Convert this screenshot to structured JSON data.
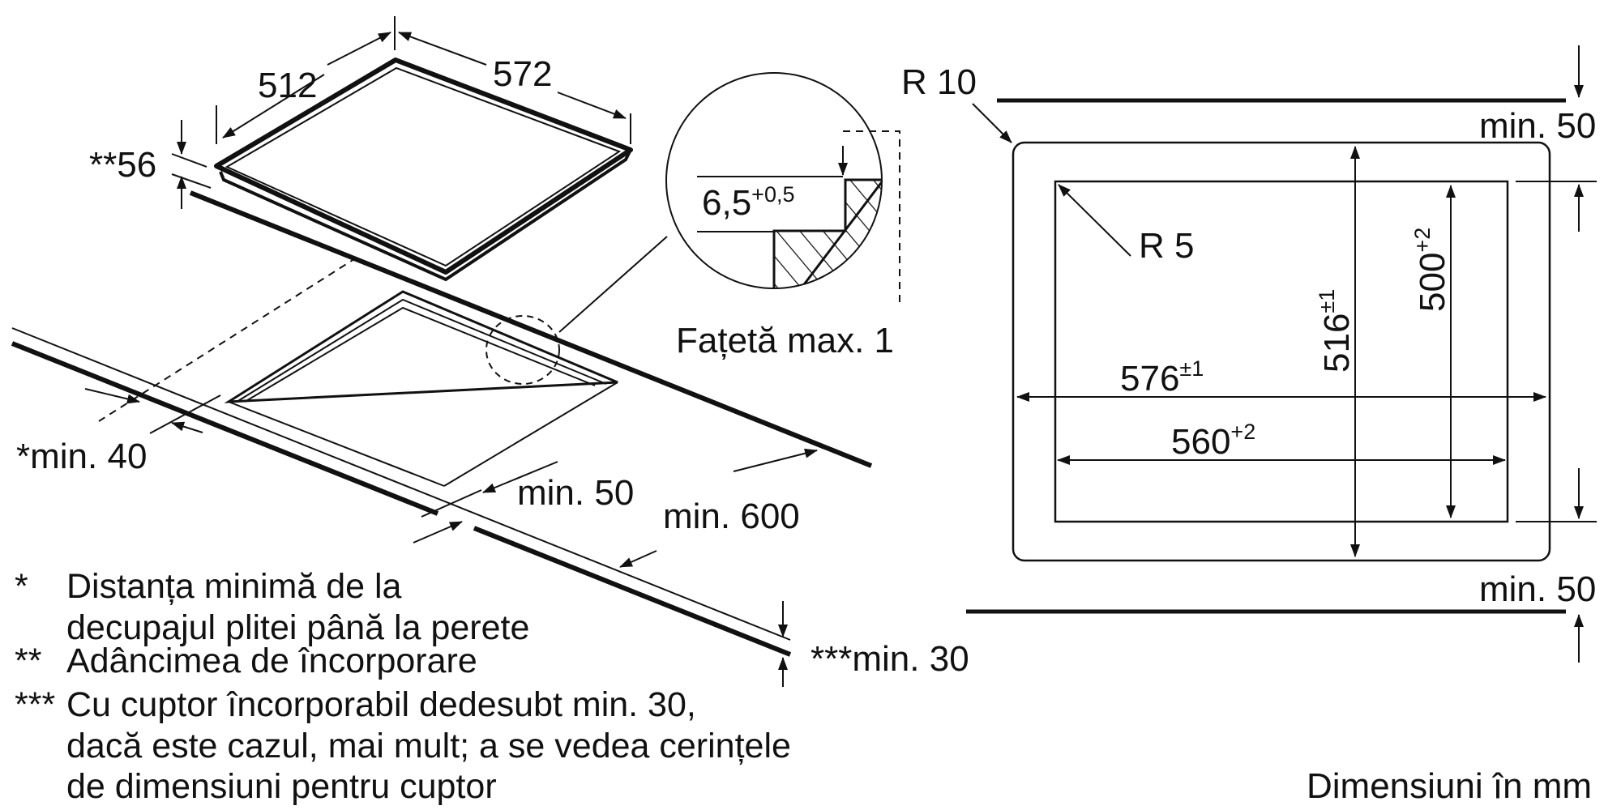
{
  "hob_view": {
    "width_label": "572",
    "depth_label": "512",
    "height_label": "**56",
    "detail": {
      "edge_label": "6,5",
      "edge_tol": "+0,5",
      "facet_label": "Fațetă max. 1"
    },
    "wall_min_label": "*min. 40",
    "front_min_label": "min. 50",
    "counter_min_label": "min. 600",
    "below_min_label": "***min. 30"
  },
  "cutout_view": {
    "outer_radius_label": "R 10",
    "inner_radius_label": "R 5",
    "outer_width": {
      "value": "576",
      "tol": "±1"
    },
    "inner_width": {
      "value": "560",
      "tol": "+2"
    },
    "outer_depth": {
      "value": "516",
      "tol": "±1"
    },
    "inner_depth": {
      "value": "500",
      "tol": "+2"
    },
    "top_min_label": "min. 50",
    "bottom_min_label": "min. 50"
  },
  "notes": [
    {
      "marker": "*",
      "lines": [
        "Distanța minimă de la",
        "decupajul plitei până la perete"
      ]
    },
    {
      "marker": "**",
      "lines": [
        "Adâncimea de încorporare"
      ]
    },
    {
      "marker": "***",
      "lines": [
        "Cu cuptor încorporabil dedesubt min. 30,",
        "dacă este cazul, mai mult; a se vedea cerințele",
        "de dimensiuni pentru cuptor"
      ]
    }
  ],
  "units_label": "Dimensiuni în mm"
}
